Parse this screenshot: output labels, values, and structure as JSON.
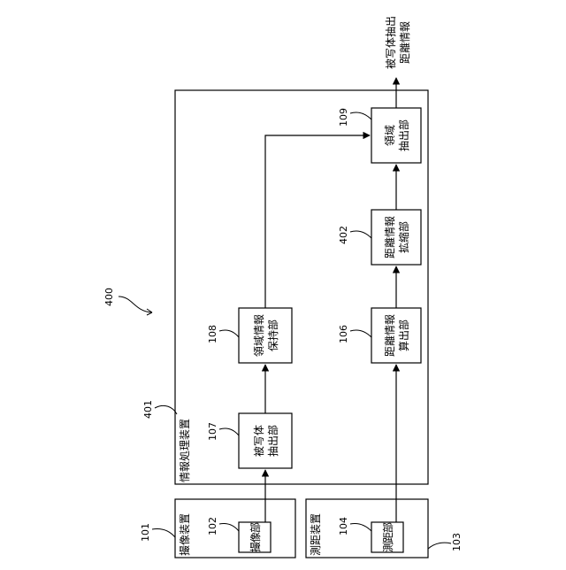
{
  "diagram": {
    "overall_ref": "400",
    "output_label_line1": "被写体抽出",
    "output_label_line2": "距離情報",
    "info_processing_device": {
      "ref": "401",
      "label": "情報処理装置"
    },
    "imaging_device": {
      "ref": "101",
      "label": "撮像装置"
    },
    "ranging_device": {
      "ref": "103",
      "label": "測距装置"
    },
    "blocks": {
      "imaging_unit": {
        "ref": "102",
        "line1": "撮",
        "line2": "像",
        "line3": "部"
      },
      "ranging_unit": {
        "ref": "104",
        "line1": "測",
        "line2": "距",
        "line3": "部"
      },
      "subject_extraction": {
        "ref": "107",
        "line1": "被写体",
        "line2": "抽出部"
      },
      "region_info_holding": {
        "ref": "108",
        "line1": "領域情報",
        "line2": "保持部"
      },
      "region_extraction": {
        "ref": "109",
        "line1": "領域",
        "line2": "抽出部"
      },
      "distance_calculation": {
        "ref": "106",
        "line1": "距離情報",
        "line2": "算出部"
      },
      "distance_expand_shrink": {
        "ref": "402",
        "line1": "距離情報",
        "line2": "拡縮部"
      }
    }
  }
}
